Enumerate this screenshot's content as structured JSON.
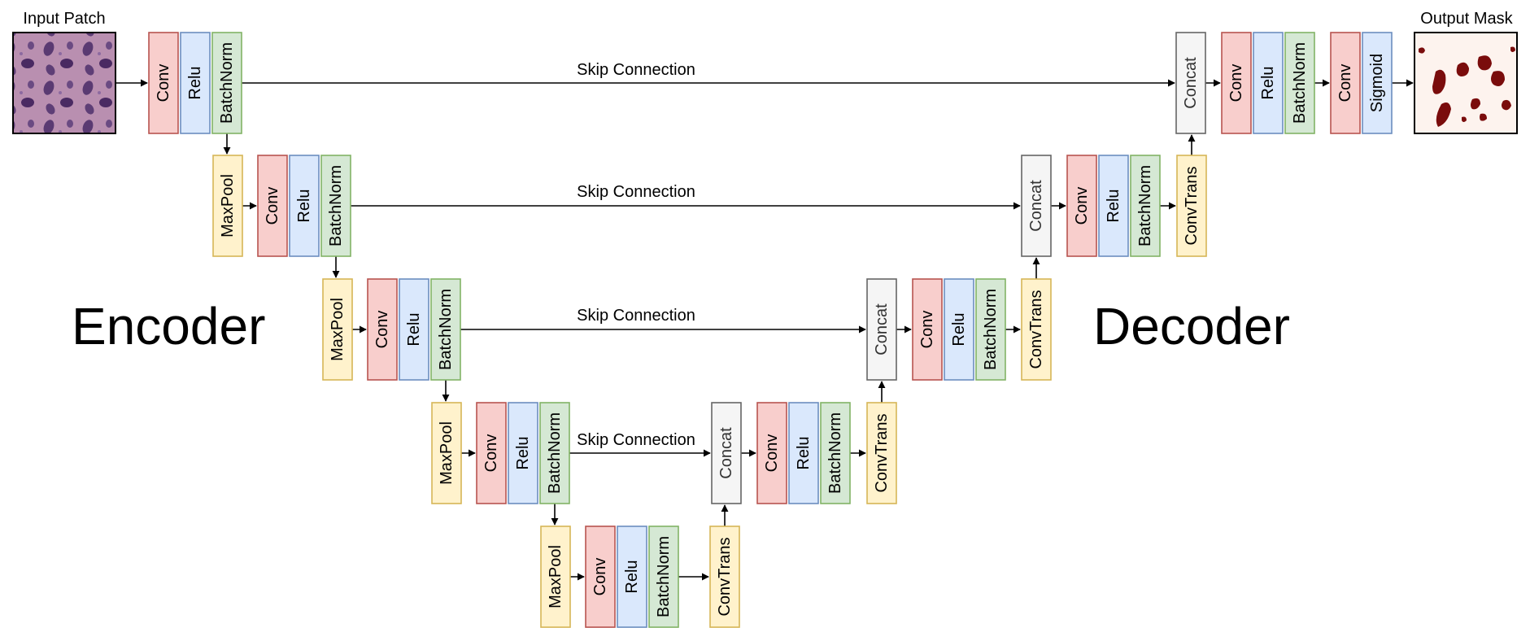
{
  "labels": {
    "input": "Input Patch",
    "output": "Output Mask",
    "encoder": "Encoder",
    "decoder": "Decoder",
    "skip": "Skip Connection"
  },
  "block_texts": {
    "conv": "Conv",
    "relu": "Relu",
    "batchnorm": "BatchNorm",
    "maxpool": "MaxPool",
    "concat": "Concat",
    "convtrans": "ConvTrans",
    "sigmoid": "Sigmoid"
  },
  "colors": {
    "conv": {
      "fill": "#f8cecc",
      "stroke": "#b85450"
    },
    "relu": {
      "fill": "#dae8fc",
      "stroke": "#6c8ebf"
    },
    "batchnorm": {
      "fill": "#d5e8d4",
      "stroke": "#82b366"
    },
    "maxpool": {
      "fill": "#fff2cc",
      "stroke": "#d6b656"
    },
    "concat": {
      "fill": "#f5f5f5",
      "stroke": "#666666"
    },
    "convtrans": {
      "fill": "#fff2cc",
      "stroke": "#d6b656"
    },
    "sigmoid": {
      "fill": "#dae8fc",
      "stroke": "#6c8ebf"
    },
    "mask_blob": "#7a0c0c",
    "mask_bg": "#fdf3ee",
    "tissue_bg": "#b98fb0",
    "nucleus": "#4a2a62"
  }
}
